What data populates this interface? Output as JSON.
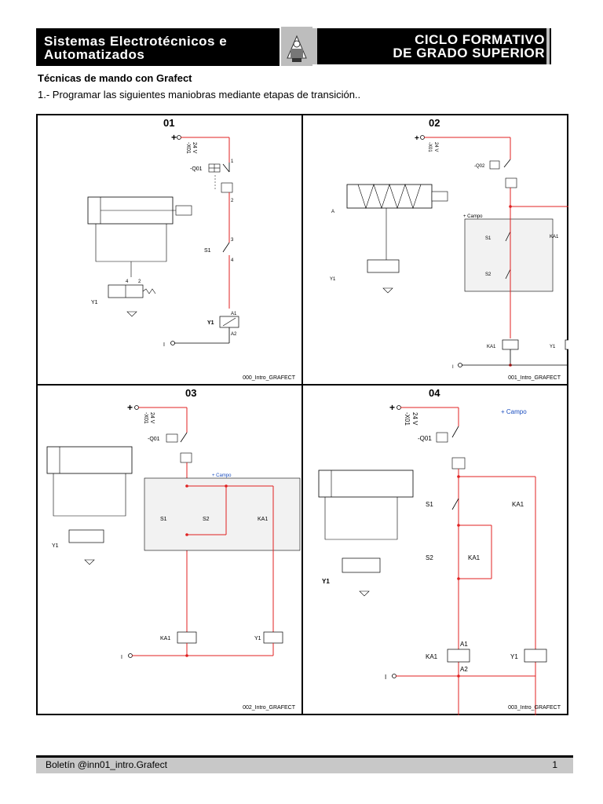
{
  "header": {
    "left_line1": "Sistemas Electrotécnicos e",
    "left_line2": "Automatizados",
    "right_line1": "CICLO FORMATIVO",
    "right_line2": "DE GRADO SUPERIOR"
  },
  "subtitle": "Técnicas de mando con Grafect",
  "task": "1.- Programar las siguientes maniobras mediante etapas de transición..",
  "cells": [
    {
      "num": "01",
      "foot": "000_Intro_GRAFECT"
    },
    {
      "num": "02",
      "foot": "001_Intro_GRAFECT"
    },
    {
      "num": "03",
      "foot": "002_Intro_GRAFECT"
    },
    {
      "num": "04",
      "foot": "003_Intro_GRAFECT"
    }
  ],
  "labels": {
    "supply": "-X01",
    "voltage": "24 V",
    "plus": "+",
    "breaker": "-Q01",
    "breaker2": "-Q02",
    "s1": "S1",
    "s2": "S2",
    "ka1": "KA1",
    "y1": "Y1",
    "a1": "A1",
    "a2": "A2",
    "i": "I",
    "campo": "+ Campo",
    "valve_a": "A"
  },
  "footer": {
    "left": "Boletín @inn01_intro.Grafect",
    "right": "1"
  },
  "colors": {
    "wire_red": "#e02020",
    "wire_black": "#000000",
    "header_gray": "#bdbdbd"
  }
}
